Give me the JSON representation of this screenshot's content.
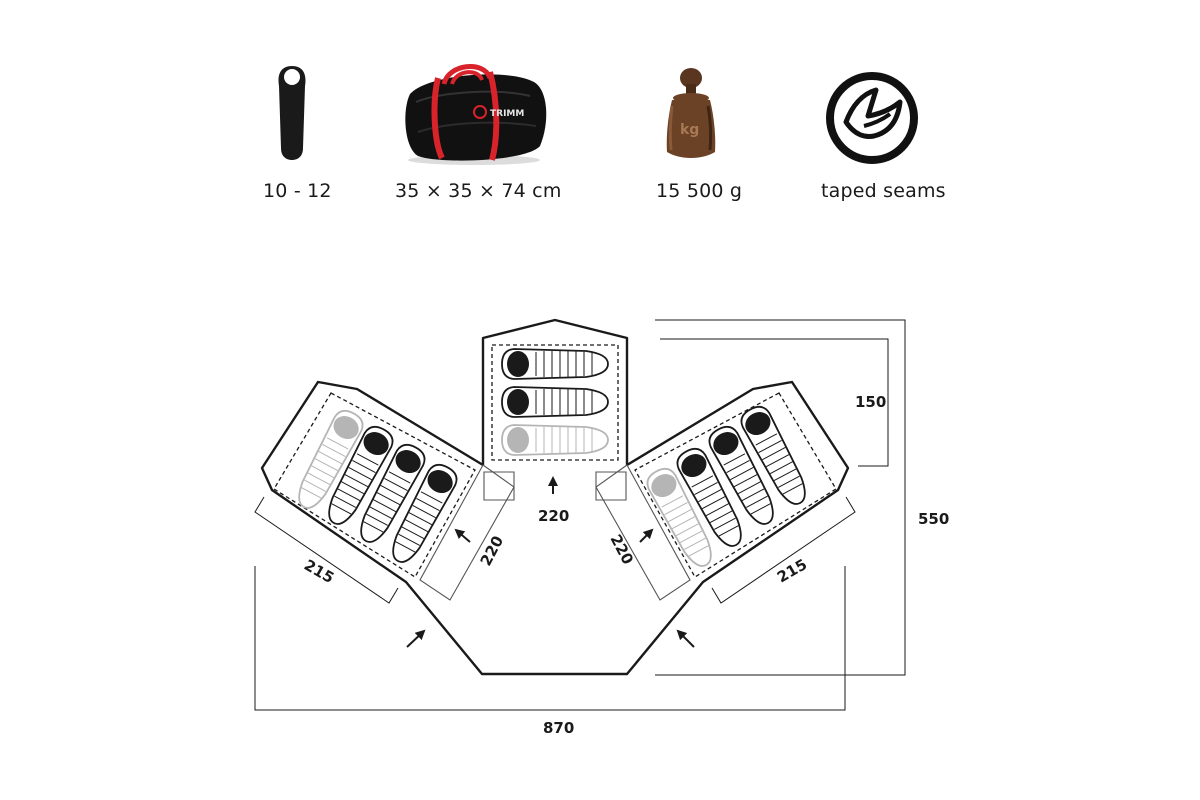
{
  "specs": [
    {
      "icon": "sleeping-person-icon",
      "label": "10 - 12"
    },
    {
      "icon": "carry-bag-icon",
      "label": "35 × 35 × 74 cm"
    },
    {
      "icon": "weight-icon",
      "label": "15 500 g",
      "weight_mark": "kg"
    },
    {
      "icon": "taped-seams-icon",
      "label": "taped seams"
    }
  ],
  "bag_brand": "TRIMM",
  "dimensions": {
    "center_depth": "150",
    "total_depth": "550",
    "total_width": "870",
    "center_bedroom_width": "220",
    "left_bedroom_length": "215",
    "left_bedroom_width": "220",
    "right_bedroom_length": "215",
    "right_bedroom_width": "220"
  },
  "colors": {
    "outline": "#1a1a1a",
    "bag_red": "#d8232a",
    "weight_brown": "#6b4226",
    "faded_bag": "#b5b5b5"
  }
}
